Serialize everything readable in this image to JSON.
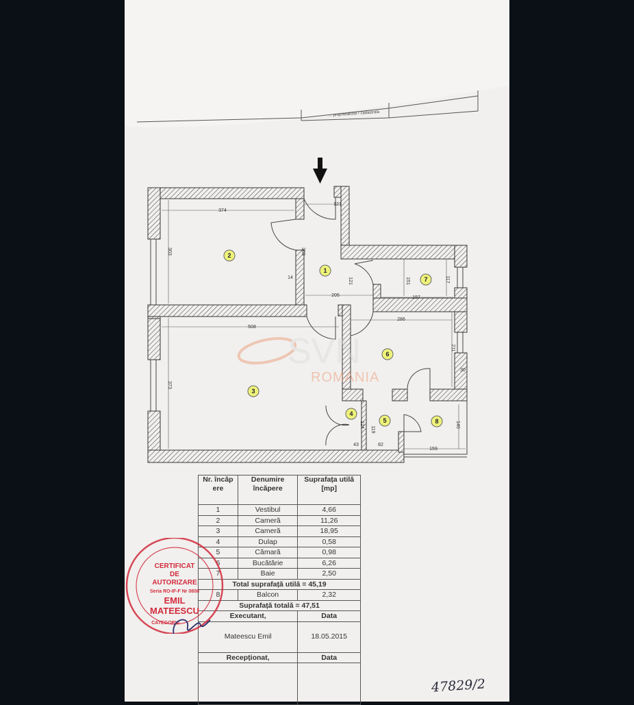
{
  "document": {
    "top_sheet_fragment": "... proprietarului / cadastrala",
    "entrance_arrow_icon": "arrow-down-icon",
    "watermark": {
      "logo": "SVN",
      "text": "ROMANIA"
    },
    "room_markers": [
      "1",
      "2",
      "3",
      "4",
      "5",
      "6",
      "7",
      "8"
    ],
    "dimensions": [
      "374",
      "121",
      "303",
      "14",
      "303",
      "121",
      "205",
      "151",
      "117",
      "197",
      "286",
      "508",
      "373",
      "211",
      "30",
      "124",
      "119",
      "43",
      "82",
      "159",
      "146"
    ],
    "table": {
      "headers": [
        "Nr. încăp ere",
        "Denumire încăpere",
        "Suprafața utilă [mp]"
      ],
      "rows": [
        {
          "nr": "1",
          "name": "Vestibul",
          "area": "4,66"
        },
        {
          "nr": "2",
          "name": "Cameră",
          "area": "11,26"
        },
        {
          "nr": "3",
          "name": "Cameră",
          "area": "18,95"
        },
        {
          "nr": "4",
          "name": "Dulap",
          "area": "0,58"
        },
        {
          "nr": "5",
          "name": "Cămară",
          "area": "0,98"
        },
        {
          "nr": "6",
          "name": "Bucătărie",
          "area": "6,26"
        },
        {
          "nr": "7",
          "name": "Baie",
          "area": "2,50"
        }
      ],
      "total_useful": "Total suprafață utilă = 45,19",
      "balcony": {
        "nr": "8",
        "name": "Balcon",
        "area": "2,32"
      },
      "total_area": "Suprafață totală = 47,51",
      "executant_label": "Executant,",
      "date_label": "Data",
      "executant_name": "Mateescu Emil",
      "executant_date": "18.05.2015",
      "received_label": "Recepționat,",
      "received_date_label": "Data"
    },
    "stamp": {
      "lines": [
        "CERTIFICAT",
        "DE",
        "AUTORIZARE",
        "Seria RO-IF-F Nr 0808",
        "EMIL",
        "MATEESCU",
        "CATEGORIA"
      ],
      "color": "#d22a3c"
    },
    "handwritten_note": "47829/2"
  }
}
